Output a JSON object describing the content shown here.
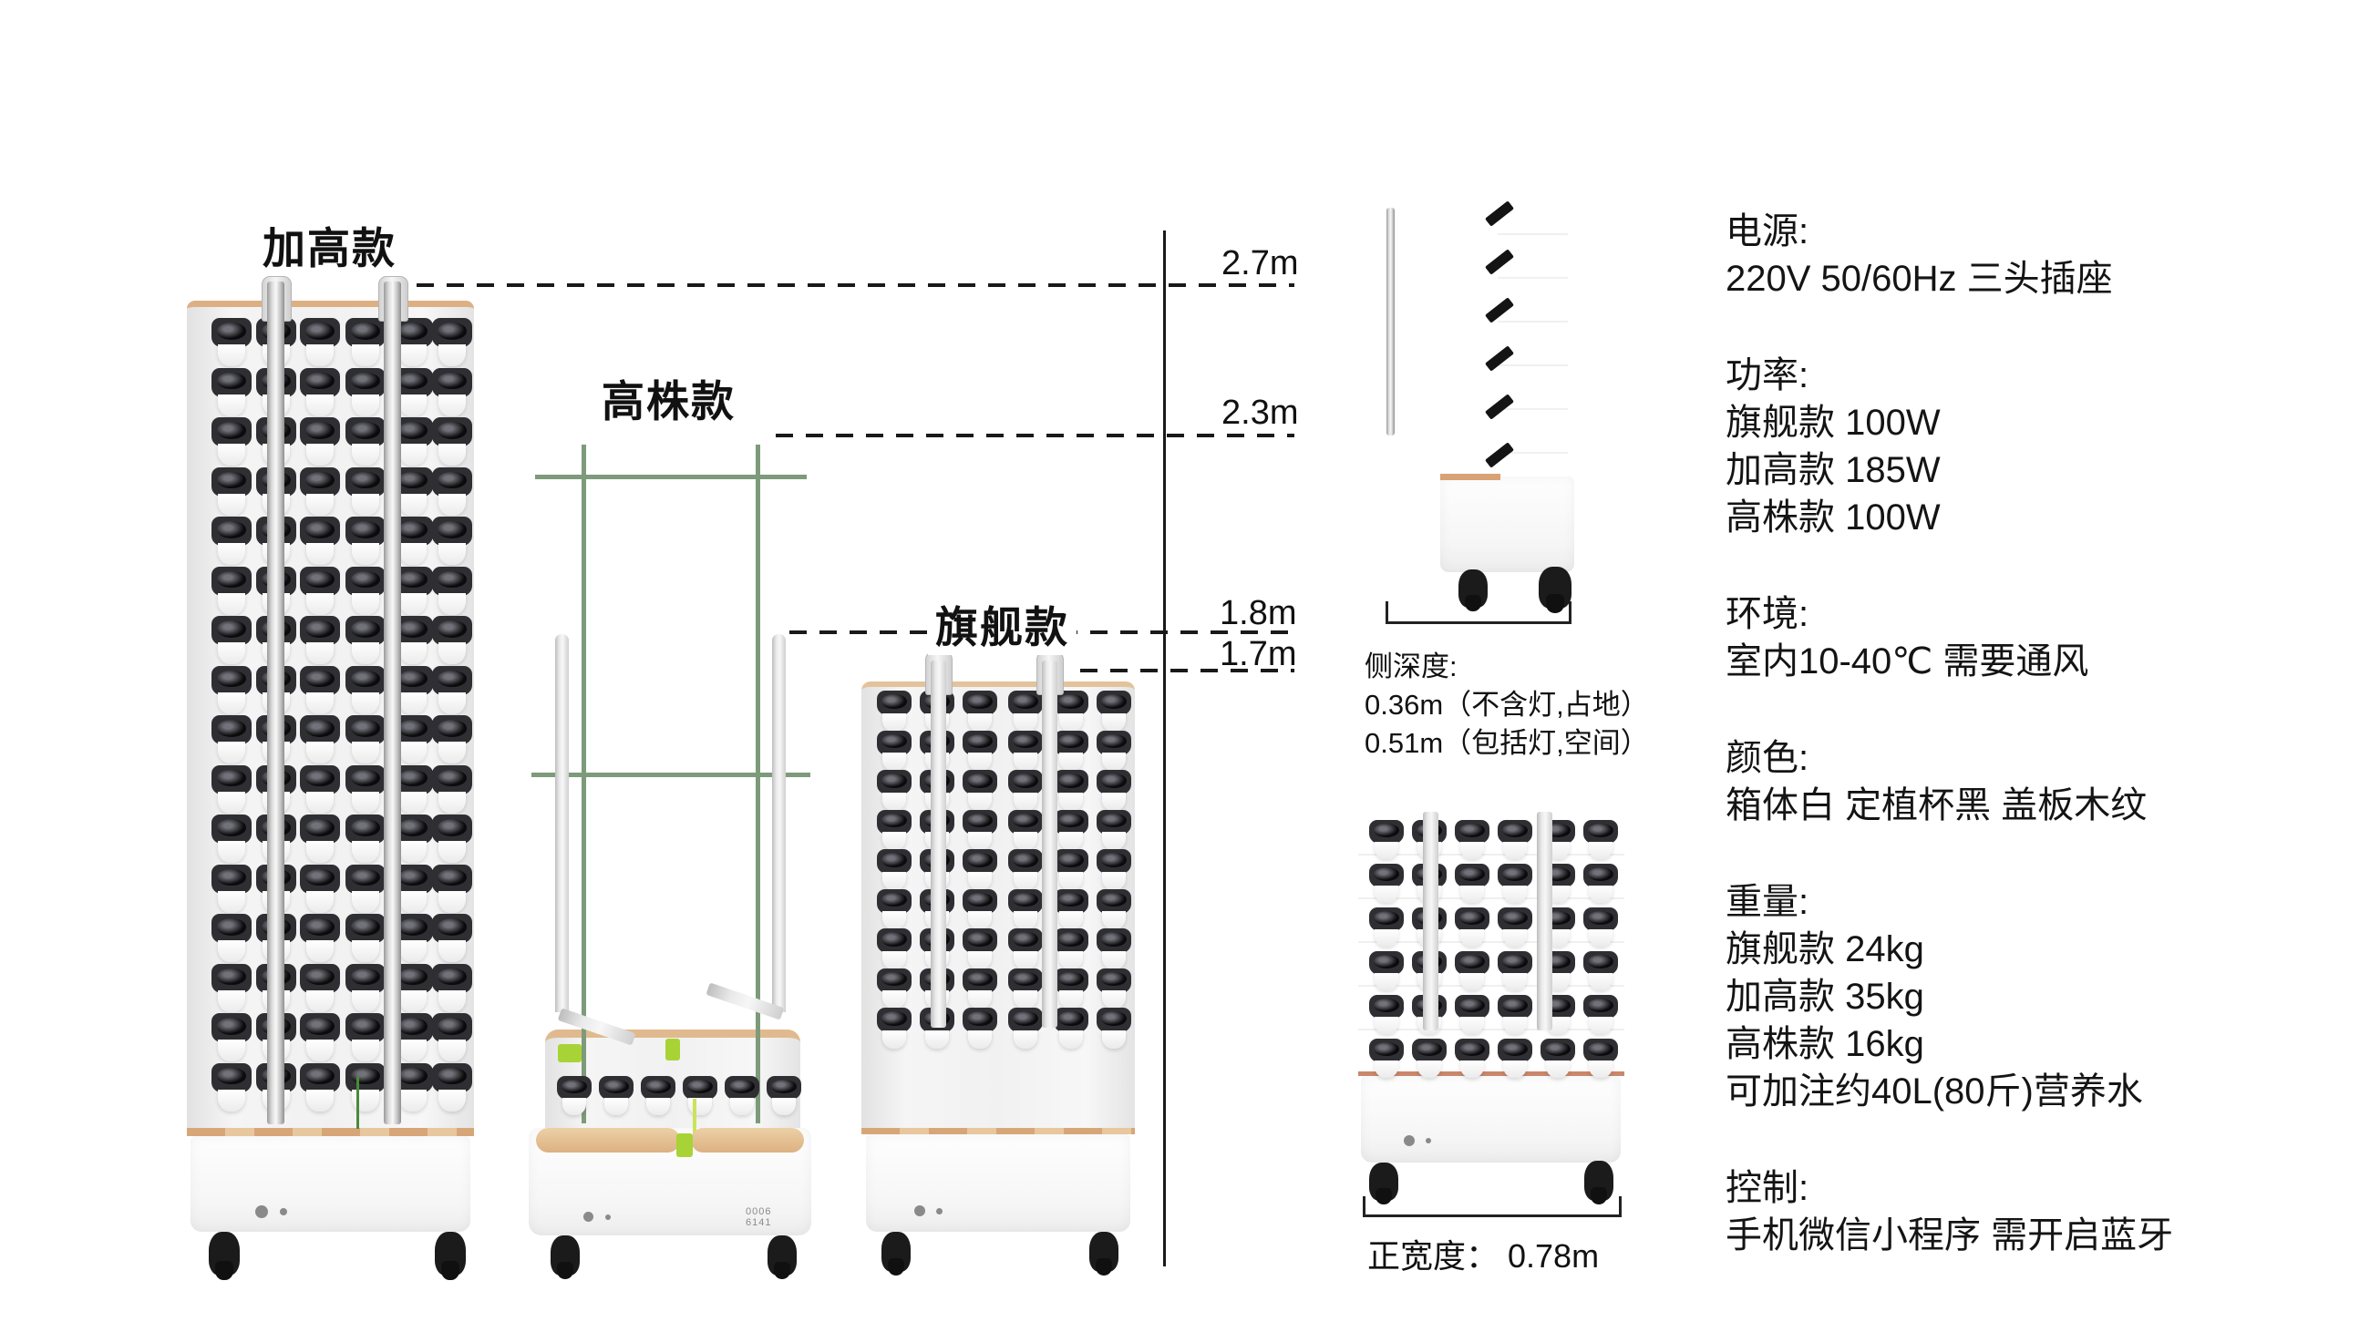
{
  "product_labels": {
    "tall_plus": "加高款",
    "tall_plant": "高株款",
    "flagship": "旗舰款"
  },
  "height_marks": {
    "m27": "2.7m",
    "m23": "2.3m",
    "m18": "1.8m",
    "m17": "1.7m"
  },
  "side_view": {
    "depth_title": "侧深度:",
    "depth_line1": "0.36m（不含灯,占地）",
    "depth_line2": "0.51m（包括灯,空间）"
  },
  "front_view": {
    "width_label": "正宽度： 0.78m",
    "serial_line1": "0006",
    "serial_line2": "6141"
  },
  "specs": [
    "电源:",
    "220V 50/60Hz 三头插座",
    "",
    "功率:",
    "旗舰款 100W",
    "加高款 185W",
    "高株款 100W",
    "",
    "环境:",
    "室内10-40℃ 需要通风",
    "",
    "颜色:",
    "箱体白 定植杯黑 盖板木纹",
    "",
    "重量:",
    "旗舰款  24kg",
    "加高款  35kg",
    "高株款  16kg",
    "可加注约40L(80斤)营养水",
    "",
    "控制:",
    "手机微信小程序 需开启蓝牙"
  ],
  "figures": {
    "tower_tall_plus": {
      "cup_rows": 16,
      "cup_cols": 6
    },
    "tower_flagship": {
      "cup_rows": 9,
      "cup_cols": 6
    },
    "front_view": {
      "cup_rows": 6,
      "cup_cols": 6
    },
    "mid_unit": {
      "cup_rows": 1,
      "cup_cols": 6
    },
    "side_view": {
      "notches": 6
    }
  },
  "colors": {
    "wood": "#ddb084",
    "copper": "#c9876b",
    "trellis_green": "#7d9b7a",
    "lime_tag": "#a8d337",
    "cup_black": "#2f2f33",
    "ink": "#191919"
  }
}
